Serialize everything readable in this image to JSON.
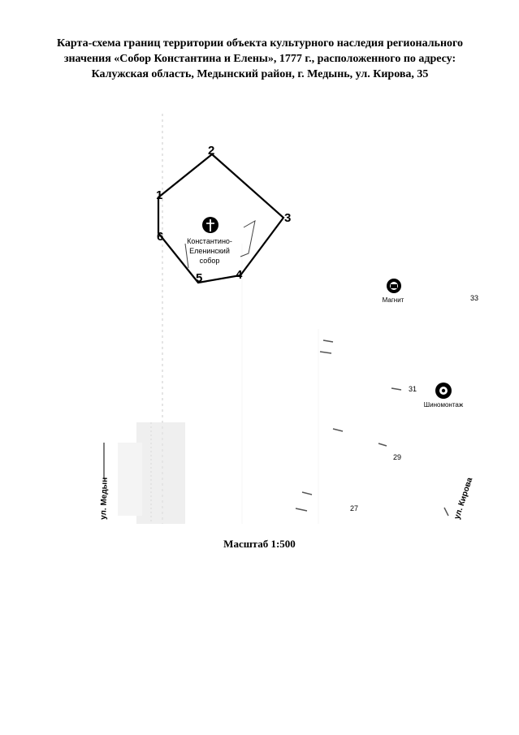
{
  "title": {
    "line1": "Карта-схема границ территории объекта культурного наследия регионального",
    "line2": "значения «Собор Константина и Елены», 1777 г., расположенного по адресу:",
    "line3": "Калужская область, Медынский район, г. Медынь, ул. Кирова, 35"
  },
  "boundary": {
    "points": [
      "1",
      "2",
      "3",
      "4",
      "5",
      "6"
    ]
  },
  "map_labels": {
    "cathedral_line1": "Константино-",
    "cathedral_line2": "Еленинский",
    "cathedral_line3": "собор",
    "magnit": "Магнит",
    "tire_service": "Шиномонтаж",
    "house_33": "33",
    "house_31": "31",
    "house_29": "29",
    "house_27": "27",
    "street_kirova": "ул. Кирова",
    "street_left": "ул. Медын"
  },
  "icons": {
    "cathedral": "cross-icon",
    "shop": "shop-icon",
    "service": "service-icon"
  },
  "scale_text": "Масштаб 1:500"
}
